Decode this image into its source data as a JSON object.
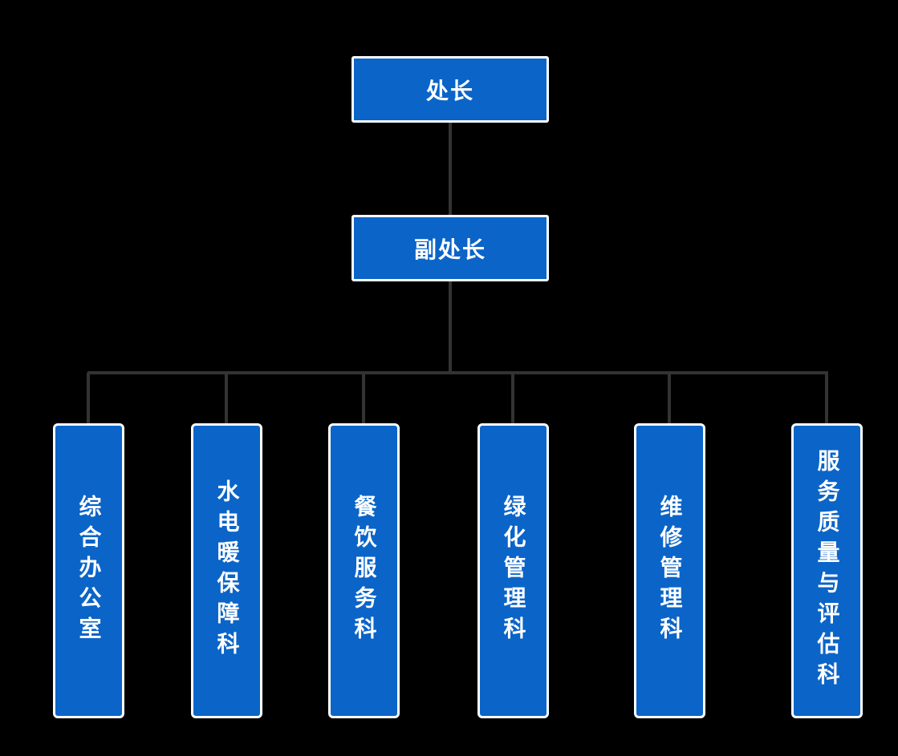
{
  "org_chart": {
    "type": "org-hierarchy",
    "background_color": "#000000",
    "node_fill_color": "#0b64c8",
    "node_border_color": "#ffffff",
    "node_text_color": "#ffffff",
    "connector_color": "#333333",
    "root": {
      "label": "处长"
    },
    "deputy": {
      "label": "副处长"
    },
    "departments": [
      {
        "label": "综合办公室"
      },
      {
        "label": "水电暖保障科"
      },
      {
        "label": "餐饮服务科"
      },
      {
        "label": "绿化管理科"
      },
      {
        "label": "维修管理科"
      },
      {
        "label": "服务质量与评估科"
      }
    ]
  }
}
